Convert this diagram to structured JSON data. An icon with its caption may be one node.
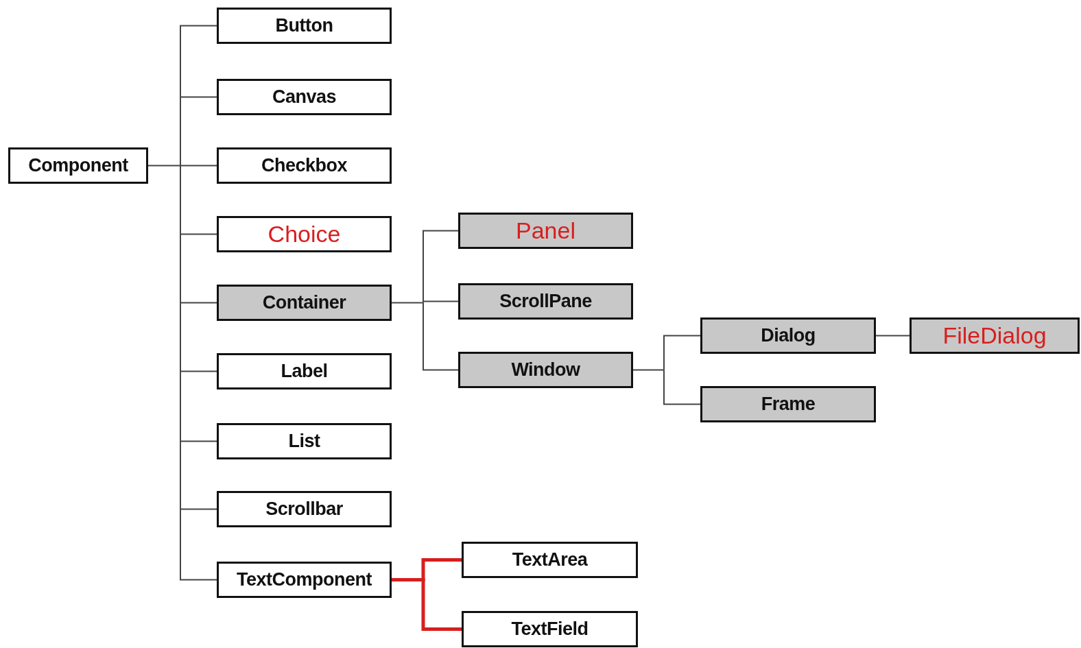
{
  "diagram": {
    "nodes": [
      {
        "text": [
          "Component"
        ]
      },
      {
        "text": [
          "Button"
        ]
      },
      {
        "text": [
          "Canvas"
        ]
      },
      {
        "text": [
          "Checkbox"
        ]
      },
      {
        "text": [
          "Choice"
        ]
      },
      {
        "text": [
          "Container"
        ]
      },
      {
        "text": [
          "Label"
        ]
      },
      {
        "text": [
          "List"
        ]
      },
      {
        "text": [
          "Scrollbar"
        ]
      },
      {
        "text": [
          "TextComponent"
        ]
      },
      {
        "text": [
          "Panel"
        ]
      },
      {
        "text": [
          "ScrollPane"
        ]
      },
      {
        "text": [
          "Window"
        ]
      },
      {
        "text": [
          "Dialog"
        ]
      },
      {
        "text": [
          "Frame"
        ]
      },
      {
        "text": [
          "FileDialog"
        ]
      },
      {
        "text": [
          "TextArea"
        ]
      },
      {
        "text": [
          "TextField"
        ]
      }
    ],
    "edges": [
      {
        "from": 0,
        "to": 1,
        "arrow": "none"
      },
      {
        "from": 0,
        "to": 2,
        "arrow": "none"
      },
      {
        "from": 0,
        "to": 3,
        "arrow": "none"
      },
      {
        "from": 0,
        "to": 4,
        "arrow": "none"
      },
      {
        "from": 0,
        "to": 5,
        "arrow": "none"
      },
      {
        "from": 0,
        "to": 6,
        "arrow": "none"
      },
      {
        "from": 0,
        "to": 7,
        "arrow": "none"
      },
      {
        "from": 0,
        "to": 8,
        "arrow": "none"
      },
      {
        "from": 0,
        "to": 9,
        "arrow": "none"
      },
      {
        "from": 5,
        "to": 10,
        "arrow": "none"
      },
      {
        "from": 5,
        "to": 11,
        "arrow": "none"
      },
      {
        "from": 5,
        "to": 12,
        "arrow": "none"
      },
      {
        "from": 12,
        "to": 13,
        "arrow": "none"
      },
      {
        "from": 12,
        "to": 14,
        "arrow": "none"
      },
      {
        "from": 13,
        "to": 15,
        "arrow": "none"
      },
      {
        "from": 9,
        "to": 16,
        "arrow": "none",
        "style": "thick",
        "color": "#d81e1e"
      },
      {
        "from": 9,
        "to": 17,
        "arrow": "none",
        "style": "thick",
        "color": "#d81e1e"
      }
    ]
  }
}
